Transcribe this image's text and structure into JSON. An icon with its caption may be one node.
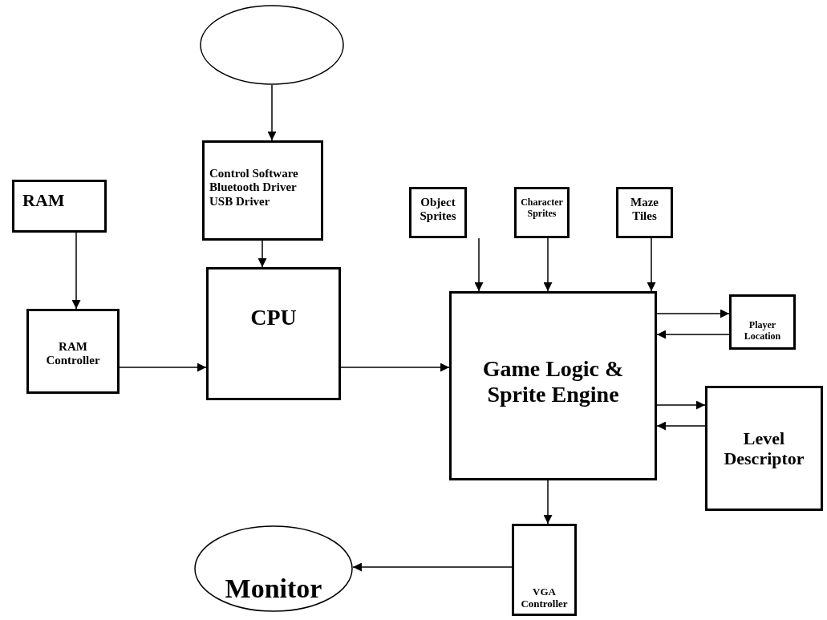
{
  "diagram": {
    "nodes": [
      {
        "text": [],
        "shape": "ellipse"
      },
      {
        "text": [
          "Control Software",
          "Bluetooth Driver",
          "USB Driver"
        ]
      },
      {
        "text": [
          "RAM"
        ]
      },
      {
        "text": [
          "Object Sprites"
        ]
      },
      {
        "text": [
          "Character Sprites"
        ]
      },
      {
        "text": [
          "Maze Tiles"
        ]
      },
      {
        "text": [
          "RAM Controller"
        ]
      },
      {
        "text": [
          "CPU"
        ]
      },
      {
        "text": [
          "Game Logic & Sprite Engine"
        ]
      },
      {
        "text": [
          "Player Location"
        ]
      },
      {
        "text": [
          "Level Descriptor"
        ]
      },
      {
        "text": [
          "Monitor"
        ]
      },
      {
        "text": [
          "VGA Controller"
        ]
      }
    ],
    "edges": [
      {
        "from": 0,
        "to": 1,
        "arrow": "to"
      },
      {
        "from": 1,
        "to": 7,
        "arrow": "to"
      },
      {
        "from": 2,
        "to": 6,
        "arrow": "to"
      },
      {
        "from": 6,
        "to": 7,
        "arrow": "to"
      },
      {
        "from": 7,
        "to": 8,
        "arrow": "to"
      },
      {
        "from": 3,
        "to": 8,
        "arrow": "to"
      },
      {
        "from": 4,
        "to": 8,
        "arrow": "to"
      },
      {
        "from": 5,
        "to": 8,
        "arrow": "to"
      },
      {
        "from": 8,
        "to": 9,
        "arrow": "to"
      },
      {
        "from": 9,
        "to": 8,
        "arrow": "to"
      },
      {
        "from": 8,
        "to": 10,
        "arrow": "to"
      },
      {
        "from": 10,
        "to": 8,
        "arrow": "to"
      },
      {
        "from": 8,
        "to": 12,
        "arrow": "to"
      },
      {
        "from": 12,
        "to": 11,
        "arrow": "to"
      }
    ]
  }
}
